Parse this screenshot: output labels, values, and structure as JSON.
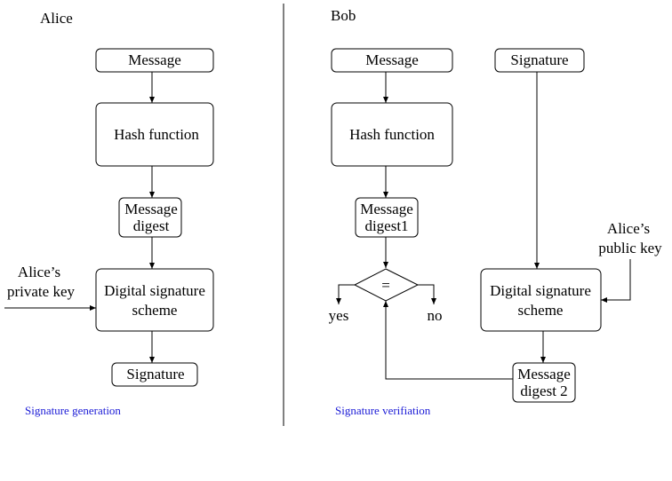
{
  "alice": {
    "header": "Alice",
    "message": "Message",
    "hash": "Hash function",
    "digest": [
      "Message",
      "digest"
    ],
    "key": [
      "Alice’s",
      "private key"
    ],
    "dss": [
      "Digital signature",
      "scheme"
    ],
    "signature": "Signature",
    "caption": "Signature generation"
  },
  "bob": {
    "header": "Bob",
    "message": "Message",
    "signature": "Signature",
    "hash": "Hash function",
    "digest1": [
      "Message",
      "digest1"
    ],
    "compare": "=",
    "yes": "yes",
    "no": "no",
    "key": [
      "Alice’s",
      "public key"
    ],
    "dss": [
      "Digital signature",
      "scheme"
    ],
    "digest2": [
      "Message",
      "digest 2"
    ],
    "caption": "Signature verifiation"
  }
}
